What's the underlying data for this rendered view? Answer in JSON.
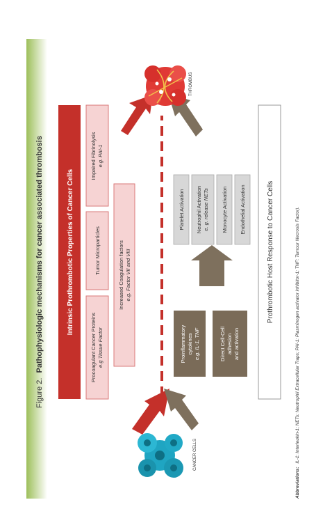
{
  "figure": {
    "label": "Figure 2.",
    "title": "Pathophysiologic mechanisms for cancer associated thrombosis"
  },
  "intrinsic": {
    "header": "Intrinsic Prothrombotic Properties of Cancer Cells",
    "boxes": [
      {
        "line1": "Procoagulant Cancer Proteins",
        "line2": "e.g Tissue Factor"
      },
      {
        "line1": "Tumor Microparticles",
        "line2": ""
      },
      {
        "line1": "Impaired Fibrinolysis",
        "line2": "e.g. PAI-1"
      },
      {
        "line1": "Increased Coagulation factors",
        "line2": "e.g. Factor VII and VIII"
      }
    ]
  },
  "host": {
    "header": "Prothrombotic Host Response to Cancer Cells",
    "brown_boxes": [
      {
        "line1": "Proinflammatory",
        "line2": "cytokines",
        "line3": "e.g. IL-1, TNF"
      },
      {
        "line1": "Direct Cell-Cell",
        "line2": "adhesion",
        "line3": "and activation"
      }
    ],
    "gray_boxes": [
      {
        "line1": "Platelet Activation",
        "line2": ""
      },
      {
        "line1": "Neutrophil Activation",
        "line2": "e. g. release NETs"
      },
      {
        "line1": "Monocyte Activation",
        "line2": ""
      },
      {
        "line1": "Endothelial Activation",
        "line2": ""
      }
    ]
  },
  "labels": {
    "cancer_cells": "CANCER CELLS",
    "thrombus": "THROMBUS"
  },
  "abbreviations": {
    "label": "Abbreviations:",
    "text": "IL-1: Interleukin-1; NETs: Neutrophil Extracellular Traps; PAI-1: Plasminogen activator inhibitor-1; TNF: Tumour Necrosis Factor)."
  },
  "colors": {
    "green_bar": "#a9c66f",
    "red_header": "#c4302a",
    "pink_box": "#f6d3d3",
    "pink_border": "#d97a7a",
    "brown": "#7a6b58",
    "gray_box": "#d7d7d7",
    "red_arrow": "#c4302a",
    "brown_arrow": "#7e705d",
    "cancer_blue": "#1fa5c2",
    "thrombus_red": "#e03a35"
  }
}
